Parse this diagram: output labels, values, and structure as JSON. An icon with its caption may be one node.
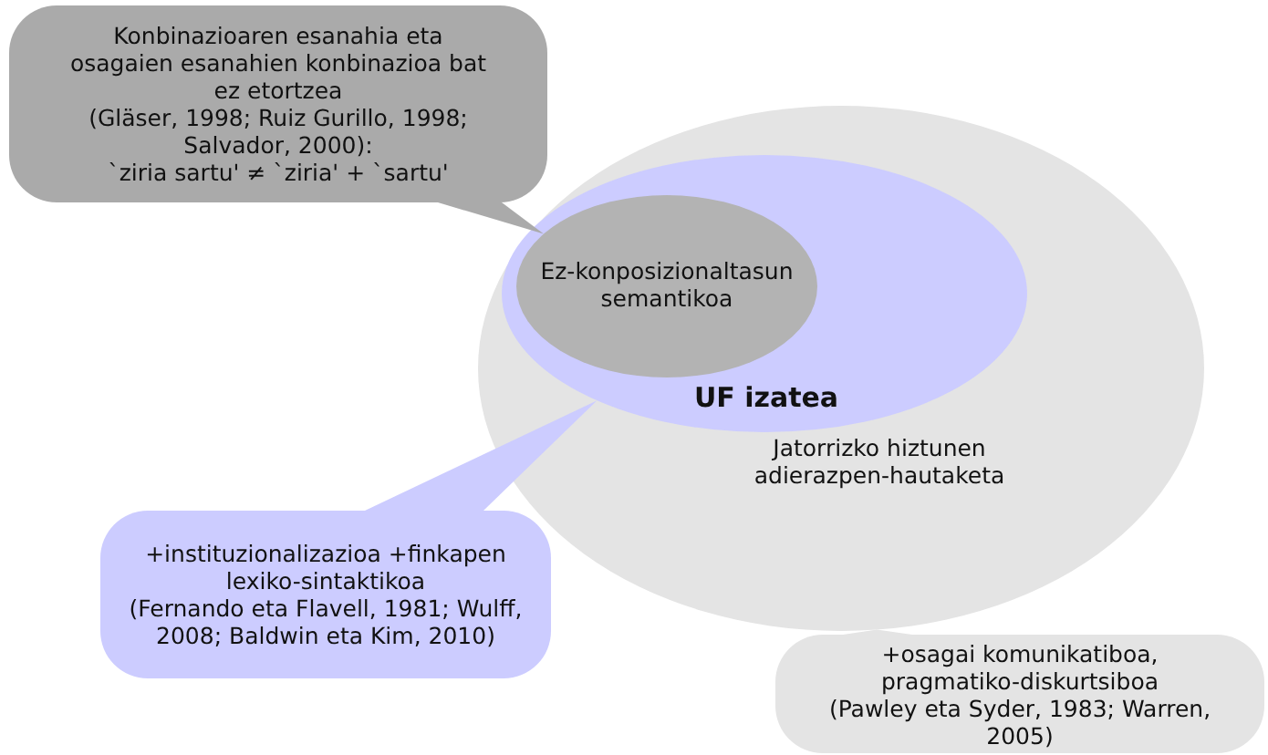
{
  "diagram": {
    "nodes": [
      {
        "text": [
          "Jatorrizko hiztunen adierazpen-hautaketa"
        ]
      },
      {
        "text": [
          "UF izatea"
        ],
        "in": 0
      },
      {
        "text": [
          "Ez-konposizionaltasun semantikoa"
        ],
        "in": 1
      },
      {
        "text": [
          "Konbinazioaren esanahia eta osagaien esanahien konbinazioa bat ez etortzea",
          "(Gläser, 1998; Ruiz Gurillo, 1998; Salvador, 2000):",
          "`ziria sartu' ≠  `ziria' +  `sartu'"
        ]
      },
      {
        "text": [
          "+instituzionalizazioa +finkapen lexiko-sintaktikoa",
          "(Fernando eta Flavell, 1981; Wulff, 2008; Baldwin eta Kim, 2010)"
        ]
      },
      {
        "text": [
          "+osagai komunikatiboa, pragmatiko-diskurtsiboa",
          "(Pawley eta Syder, 1983; Warren, 2005)"
        ]
      }
    ],
    "edges": [
      {
        "from": 3,
        "to": 2,
        "arrow": "none"
      },
      {
        "from": 4,
        "to": 1,
        "arrow": "none"
      },
      {
        "from": 5,
        "to": 0,
        "arrow": "none"
      }
    ]
  }
}
